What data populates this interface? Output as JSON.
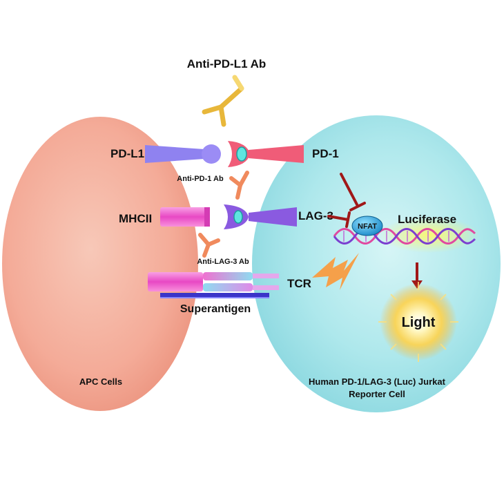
{
  "labels": {
    "anti_pdl1_ab": "Anti-PD-L1 Ab",
    "pd_l1": "PD-L1",
    "pd_1": "PD-1",
    "anti_pd1_ab": "Anti-PD-1 Ab",
    "mhcii": "MHCII",
    "lag_3": "LAG-3",
    "nfat": "NFAT",
    "luciferase": "Luciferase",
    "anti_lag3_ab": "Anti-LAG-3 Ab",
    "tcr": "TCR",
    "superantigen": "Superantigen",
    "light": "Light",
    "apc_cells": "APC Cells",
    "reporter_line1": "Human PD-1/LAG-3 (Luc) Jurkat",
    "reporter_line2": "Reporter Cell"
  },
  "colors": {
    "apc_cell": "#f4a996",
    "reporter_cell": "#a8e6ea",
    "pd_l1": "#8f82f0",
    "pd_1": "#f0607a",
    "lag_3": "#8a5ae0",
    "mhcii": "#f06ad0",
    "antibody_gold": "#f2c94c",
    "antibody_orange": "#f08a5d",
    "nfat": "#2aa7d8",
    "arrow_dark_red": "#a01818",
    "dna_pink": "#e04aa0",
    "dna_purple": "#7b3fd0",
    "light_glow": "#ffd24a",
    "superantigen": "#3a34c8",
    "signal_bolt": "#f5a04a"
  }
}
